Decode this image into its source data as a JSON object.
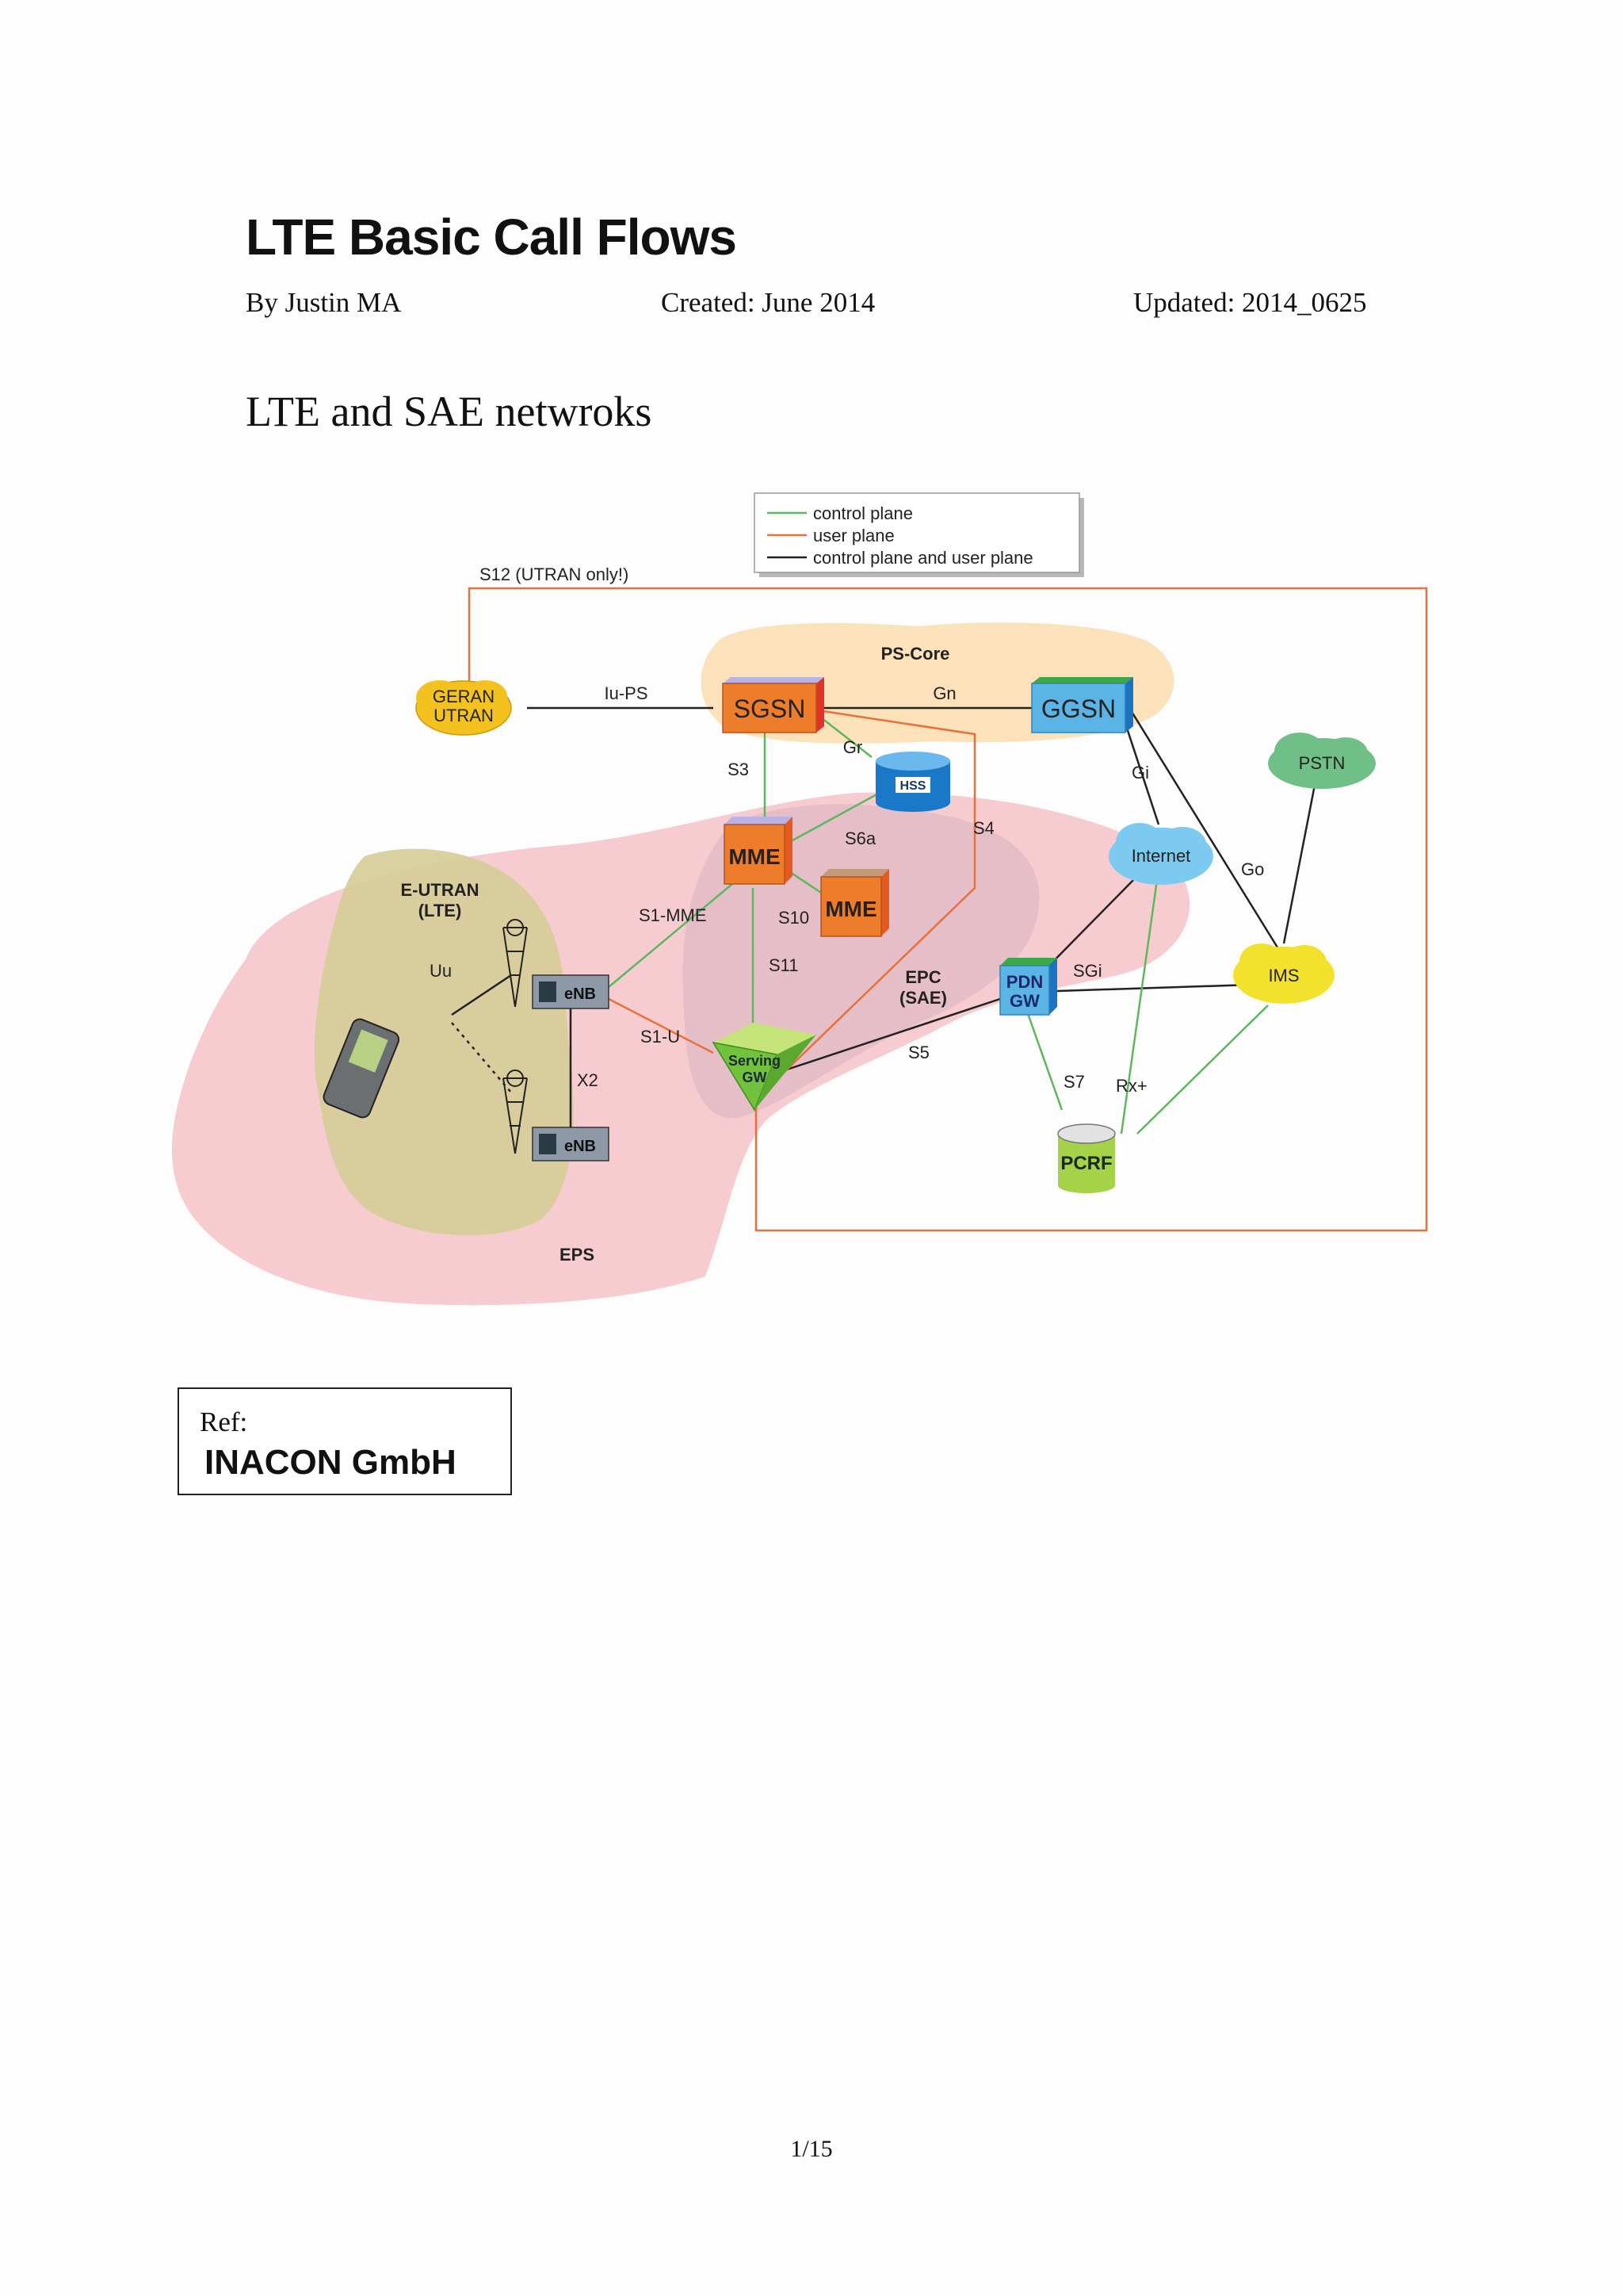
{
  "document": {
    "title": "LTE Basic Call Flows",
    "author": "By Justin MA",
    "created": "Created: June 2014",
    "updated": "Updated: 2014_0625",
    "section_heading": "LTE and SAE netwroks",
    "ref_label": "Ref:",
    "ref_org": "INACON GmbH",
    "page_number": "1/15"
  },
  "diagram": {
    "legend": {
      "control": "control plane",
      "user": "user plane",
      "both": "control plane and user plane"
    },
    "regions": {
      "ps_core": "PS-Core",
      "eutran_1": "E-UTRAN",
      "eutran_2": "(LTE)",
      "epc_1": "EPC",
      "epc_2": "(SAE)",
      "eps": "EPS"
    },
    "nodes": {
      "geran_1": "GERAN",
      "geran_2": "UTRAN",
      "sgsn": "SGSN",
      "ggsn": "GGSN",
      "hss": "HSS",
      "mme": "MME",
      "mme2": "MME",
      "pstn": "PSTN",
      "internet": "Internet",
      "ims": "IMS",
      "pdn_1": "PDN",
      "pdn_2": "GW",
      "sgw_1": "Serving",
      "sgw_2": "GW",
      "pcrf": "PCRF",
      "enb1": "eNB",
      "enb2": "eNB"
    },
    "interfaces": {
      "s12": "S12 (UTRAN only!)",
      "iups": "Iu-PS",
      "gn": "Gn",
      "gr": "Gr",
      "gi": "Gi",
      "s3": "S3",
      "s6a": "S6a",
      "s4": "S4",
      "go": "Go",
      "s1mme": "S1-MME",
      "s10": "S10",
      "s11": "S11",
      "uu": "Uu",
      "sgi": "SGi",
      "x2": "X2",
      "s1u": "S1-U",
      "s5": "S5",
      "s7": "S7",
      "rx": "Rx+"
    },
    "colors": {
      "control": "#5cb85c",
      "user": "#e8703a",
      "both": "#222222",
      "eps_fill": "#f6c9cf",
      "epc_fill": "#e9c3cc",
      "pscore_fill": "#fbe0b6",
      "eutran_fill": "#d6cd98",
      "node_orange": "#ee7d2b",
      "node_blue": "#5ab4e6",
      "cloud_yellow": "#f3dc2d",
      "cloud_blue": "#7ccaf0",
      "cloud_green": "#6fbf87",
      "pcrf_green": "#a4d34a"
    }
  }
}
